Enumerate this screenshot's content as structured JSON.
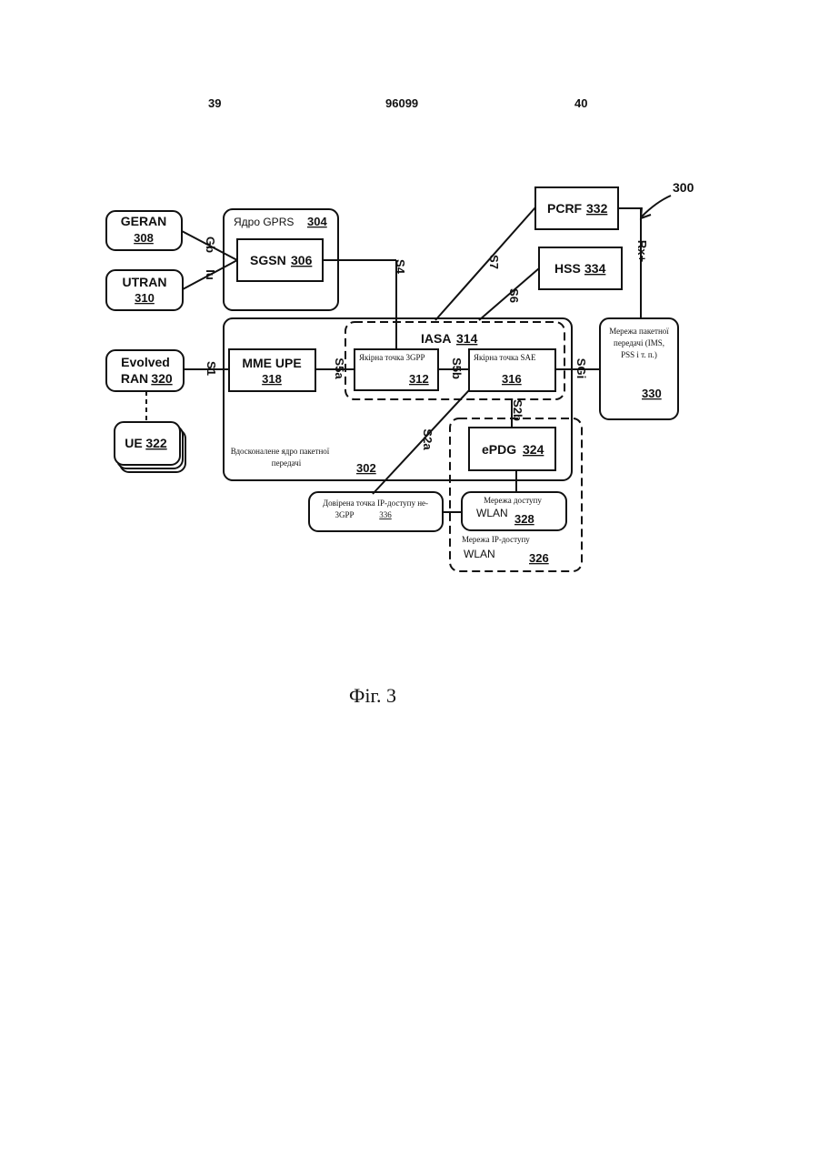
{
  "header": {
    "left_page": "39",
    "patent_number": "96099",
    "right_page": "40"
  },
  "figure": {
    "reference": "300",
    "caption": "Фіг. 3",
    "nodes": {
      "geran": {
        "name": "GERAN",
        "num": "308"
      },
      "utran": {
        "name": "UTRAN",
        "num": "310"
      },
      "evolved_ran": {
        "name_line1": "Evolved",
        "name_line2": "RAN",
        "num": "320"
      },
      "ue": {
        "name": "UE",
        "num": "322"
      },
      "gprs_core": {
        "name": "Ядро GPRS",
        "num": "304"
      },
      "sgsn": {
        "name": "SGSN",
        "num": "306"
      },
      "pcrf": {
        "name": "PCRF",
        "num": "332"
      },
      "hss": {
        "name": "HSS",
        "num": "334"
      },
      "iasa": {
        "name": "IASA",
        "num": "314"
      },
      "mme_upe": {
        "name": "MME UPE",
        "num": "318"
      },
      "anchor_3gpp": {
        "name": "Якірна точка 3GPP",
        "num": "312"
      },
      "anchor_sae": {
        "name": "Якірна точка SAE",
        "num": "316"
      },
      "epdg": {
        "name": "ePDG",
        "num": "324"
      },
      "packet_core": {
        "name_line1": "Вдосконалене ядро пакетної",
        "name_line2": "передачі",
        "num": "302"
      },
      "packet_network": {
        "line1": "Мережа пакетної",
        "line2": "передачі (IMS,",
        "line3": "PSS і т. п.)",
        "num": "330"
      },
      "trusted_ip": {
        "line1": "Довірена точка IP-доступу не-",
        "line2": "3GPP",
        "num": "336"
      },
      "wlan_access": {
        "line1": "Мережа доступу",
        "line2": "WLAN",
        "num": "328"
      },
      "wlan_ip": {
        "line1": "Мережа IP-доступу",
        "line2": "WLAN",
        "num": "326"
      }
    },
    "interfaces": {
      "gb": "Gb",
      "iu": "Iu",
      "s1": "S1",
      "s4": "S4",
      "s5a": "S5a",
      "s5b": "S5b",
      "s6": "S6",
      "s7": "S7",
      "sgi": "SGi",
      "rx": "Rx+",
      "s2a": "S2a",
      "s2b": "S2b"
    }
  }
}
